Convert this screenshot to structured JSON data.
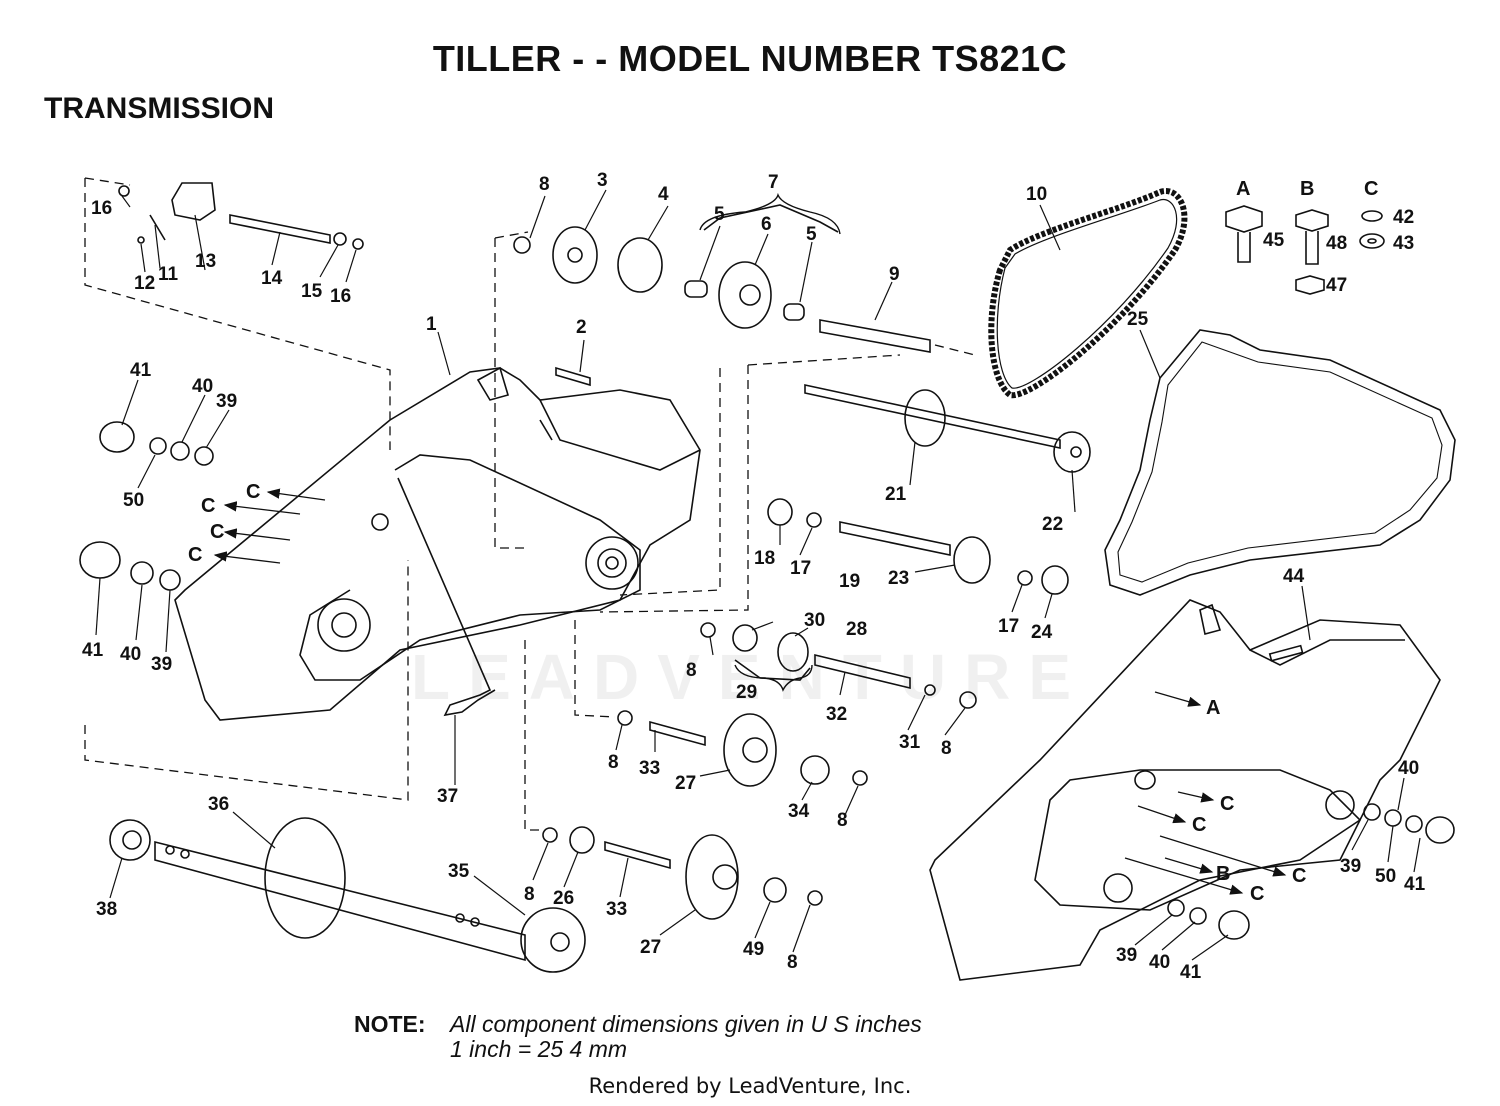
{
  "title": "TILLER - - MODEL NUMBER TS821C",
  "section": "TRANSMISSION",
  "watermark": "LEADVENTURE",
  "note": {
    "label": "NOTE:",
    "line1": "All component dimensions given in U S  inches",
    "line2": "1 inch = 25 4 mm"
  },
  "footer": "Rendered by LeadVenture, Inc.",
  "fastener_groups": [
    "A",
    "B",
    "C"
  ],
  "callouts": [
    {
      "id": "c1",
      "label": "1"
    },
    {
      "id": "c2",
      "label": "2"
    },
    {
      "id": "c3",
      "label": "3"
    },
    {
      "id": "c4",
      "label": "4"
    },
    {
      "id": "c5a",
      "label": "5"
    },
    {
      "id": "c5b",
      "label": "5"
    },
    {
      "id": "c6",
      "label": "6"
    },
    {
      "id": "c7",
      "label": "7"
    },
    {
      "id": "c8a",
      "label": "8"
    },
    {
      "id": "c8b",
      "label": "8"
    },
    {
      "id": "c8c",
      "label": "8"
    },
    {
      "id": "c8d",
      "label": "8"
    },
    {
      "id": "c8e",
      "label": "8"
    },
    {
      "id": "c8f",
      "label": "8"
    },
    {
      "id": "c8g",
      "label": "8"
    },
    {
      "id": "c9",
      "label": "9"
    },
    {
      "id": "c10",
      "label": "10"
    },
    {
      "id": "c11",
      "label": "11"
    },
    {
      "id": "c12",
      "label": "12"
    },
    {
      "id": "c13",
      "label": "13"
    },
    {
      "id": "c14",
      "label": "14"
    },
    {
      "id": "c15",
      "label": "15"
    },
    {
      "id": "c16a",
      "label": "16"
    },
    {
      "id": "c16b",
      "label": "16"
    },
    {
      "id": "c17a",
      "label": "17"
    },
    {
      "id": "c17b",
      "label": "17"
    },
    {
      "id": "c18",
      "label": "18"
    },
    {
      "id": "c19",
      "label": "19"
    },
    {
      "id": "c21",
      "label": "21"
    },
    {
      "id": "c22",
      "label": "22"
    },
    {
      "id": "c23",
      "label": "23"
    },
    {
      "id": "c24",
      "label": "24"
    },
    {
      "id": "c25",
      "label": "25"
    },
    {
      "id": "c26",
      "label": "26"
    },
    {
      "id": "c27a",
      "label": "27"
    },
    {
      "id": "c27b",
      "label": "27"
    },
    {
      "id": "c28",
      "label": "28"
    },
    {
      "id": "c29",
      "label": "29"
    },
    {
      "id": "c30",
      "label": "30"
    },
    {
      "id": "c31",
      "label": "31"
    },
    {
      "id": "c32",
      "label": "32"
    },
    {
      "id": "c33a",
      "label": "33"
    },
    {
      "id": "c33b",
      "label": "33"
    },
    {
      "id": "c34",
      "label": "34"
    },
    {
      "id": "c35",
      "label": "35"
    },
    {
      "id": "c36",
      "label": "36"
    },
    {
      "id": "c37",
      "label": "37"
    },
    {
      "id": "c38",
      "label": "38"
    },
    {
      "id": "c39a",
      "label": "39"
    },
    {
      "id": "c39b",
      "label": "39"
    },
    {
      "id": "c39c",
      "label": "39"
    },
    {
      "id": "c39d",
      "label": "39"
    },
    {
      "id": "c40a",
      "label": "40"
    },
    {
      "id": "c40b",
      "label": "40"
    },
    {
      "id": "c40c",
      "label": "40"
    },
    {
      "id": "c40d",
      "label": "40"
    },
    {
      "id": "c41a",
      "label": "41"
    },
    {
      "id": "c41b",
      "label": "41"
    },
    {
      "id": "c41c",
      "label": "41"
    },
    {
      "id": "c41d",
      "label": "41"
    },
    {
      "id": "c42",
      "label": "42"
    },
    {
      "id": "c43",
      "label": "43"
    },
    {
      "id": "c44",
      "label": "44"
    },
    {
      "id": "c45",
      "label": "45"
    },
    {
      "id": "c47",
      "label": "47"
    },
    {
      "id": "c48",
      "label": "48"
    },
    {
      "id": "c49",
      "label": "49"
    },
    {
      "id": "c50a",
      "label": "50"
    },
    {
      "id": "c50b",
      "label": "50"
    }
  ],
  "ref_letters": [
    {
      "id": "rA",
      "label": "A"
    },
    {
      "id": "rB",
      "label": "B"
    },
    {
      "id": "rC1",
      "label": "C"
    },
    {
      "id": "rC2",
      "label": "C"
    },
    {
      "id": "rC3",
      "label": "C"
    },
    {
      "id": "rC4",
      "label": "C"
    },
    {
      "id": "rC5",
      "label": "C"
    },
    {
      "id": "rC6",
      "label": "C"
    },
    {
      "id": "rC7",
      "label": "C"
    },
    {
      "id": "rC8",
      "label": "C"
    }
  ]
}
